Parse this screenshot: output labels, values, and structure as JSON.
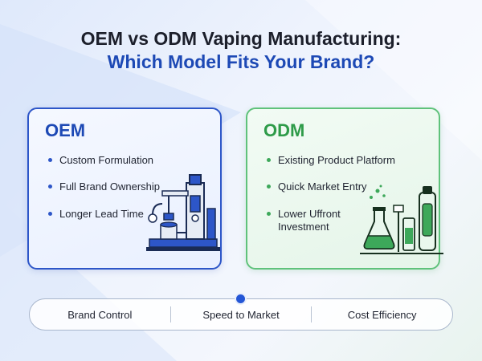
{
  "title": {
    "line1": "OEM vs ODM Vaping Manufacturing:",
    "line2": "Which Model Fits Your Brand?"
  },
  "oem": {
    "heading": "OEM",
    "items": [
      "Custom Formulation",
      "Full Brand Ownership",
      "Longer Lead Time"
    ],
    "accent": "#2d56c8"
  },
  "odm": {
    "heading": "ODM",
    "items": [
      "Existing Product Platform",
      "Quick Market Entry",
      "Lower Uffront Investment"
    ],
    "accent": "#3da85a"
  },
  "comparison_bar": {
    "items": [
      "Brand Control",
      "Speed to Market",
      "Cost Efficiency"
    ],
    "marker_color": "#2456d6"
  },
  "icons": [
    "industrial-machine-icon",
    "lab-flask-vape-device-icon"
  ]
}
